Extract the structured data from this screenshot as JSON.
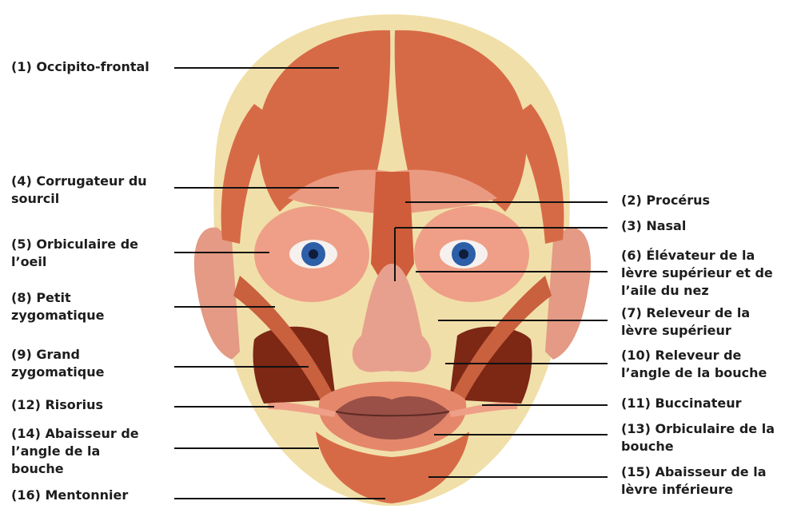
{
  "colors": {
    "skin": "#f1dfa9",
    "muscle": "#d76a46",
    "muscle_dark": "#b9542f",
    "muscle_light": "#e4876a",
    "orbit": "#ef9f87",
    "nose": "#e8a08e",
    "cheek_shadow": "#7d2715",
    "lips": "#9a5047",
    "iris": "#2d5ea8",
    "line": "#111111"
  },
  "labels_left": {
    "occipito_frontal": [
      "(1) Occipito-frontal"
    ],
    "corrugateur": [
      "(4) Corrugateur du",
      "sourcil"
    ],
    "orbiculaire_oeil": [
      "(5) Orbiculaire de",
      "l’oeil"
    ],
    "petit_zygomatique": [
      "(8) Petit",
      "zygomatique"
    ],
    "grand_zygomatique": [
      "(9) Grand",
      "zygomatique"
    ],
    "risorius": [
      "(12) Risorius"
    ],
    "abaisseur_angle": [
      "(14) Abaisseur de",
      "l’angle de la",
      "bouche"
    ],
    "mentonnier": [
      "(16) Mentonnier"
    ]
  },
  "labels_right": {
    "procerus": [
      "(2) Procérus"
    ],
    "nasal": [
      "(3) Nasal"
    ],
    "elevateur": [
      "(6) Élévateur de la",
      "lèvre supérieur et de",
      "l’aile du nez"
    ],
    "releveur_levre": [
      "(7) Releveur de la",
      "lèvre supérieur"
    ],
    "releveur_angle": [
      "(10) Releveur de",
      "l’angle de la bouche"
    ],
    "buccinateur": [
      "(11) Buccinateur"
    ],
    "orbiculaire_bouche": [
      "(13) Orbiculaire de la",
      "bouche"
    ],
    "abaisseur_levre": [
      "(15) Abaisseur de la",
      "lèvre inférieure"
    ]
  }
}
